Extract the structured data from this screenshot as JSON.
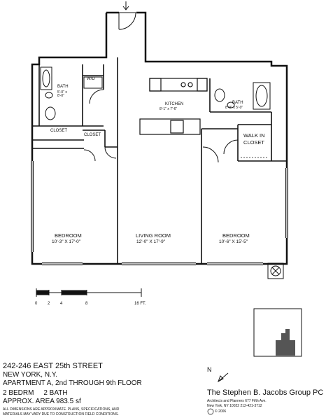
{
  "rooms": {
    "bath_left": {
      "label": "BATH",
      "dims": "5'-0\" x\n8'-0\""
    },
    "wd": {
      "label": "W/D"
    },
    "closet_left": {
      "label": "CLOSET"
    },
    "closet_small": {
      "label": "CLOSET"
    },
    "kitchen": {
      "label": "KITCHEN",
      "dims": "8'-1\" x 7'-6\""
    },
    "bath_right": {
      "label": "BATH",
      "dims": "8'-0\" x 5'-0\""
    },
    "walk_in": {
      "label": "WALK IN",
      "label2": "CLOSET"
    },
    "bedroom_left": {
      "label": "BEDROOM",
      "dims": "10'-3\" X 17'-0\""
    },
    "living": {
      "label": "LIVING ROOM",
      "dims": "12'-0\" X 17'-9\""
    },
    "bedroom_right": {
      "label": "BEDROOM",
      "dims": "10'-6\" X 15'-5\""
    }
  },
  "scale": {
    "ticks": [
      "0",
      "2",
      "4",
      "8",
      "16 FT."
    ]
  },
  "north": {
    "label": "N"
  },
  "address": {
    "line1": "242-246 EAST 25th STREET",
    "line2": "NEW YORK, N.Y.",
    "line3": "APARTMENT A, 2nd THROUGH 9th FLOOR",
    "line4": "2 BEDRM     2 BATH",
    "line5": "APPROX. AREA 983.5 sf",
    "disclaimer1": "ALL DIMENSIONS ARE APPROXIMATE. PLANS, SPECIFICATIONS, AND",
    "disclaimer2": "MATERIALS MAY VARY DUE TO CONSTRUCTION FIELD CONDITIONS."
  },
  "firm": {
    "name": "The Stephen B. Jacobs Group PC",
    "line1": "Architects and Planners   677 Fifth Ave.",
    "line2": "New York, NY 10022   212-421-3712",
    "copyright": "© 2006"
  }
}
